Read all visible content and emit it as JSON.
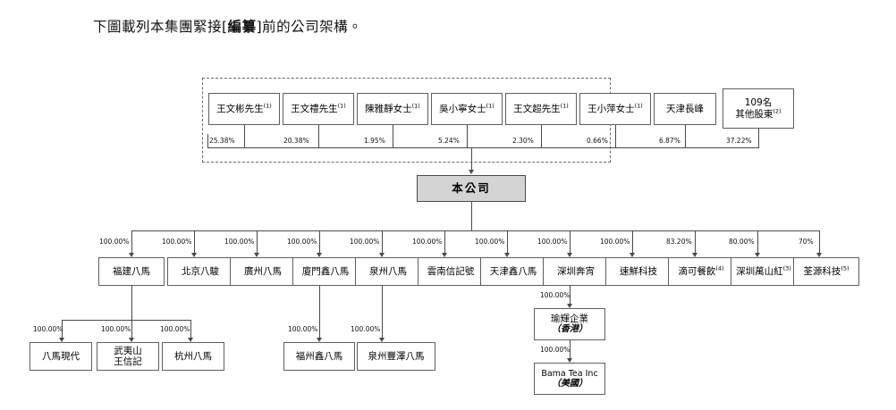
{
  "intro": {
    "before": "下圖載列本集團緊接[",
    "bold": "編纂",
    "after": "]前的公司架構。"
  },
  "company": {
    "label": "本公司"
  },
  "shareholders": [
    {
      "name": "王文彬先生",
      "sup": "(1)",
      "pct": "25.38%"
    },
    {
      "name": "王文禮先生",
      "sup": "(1)",
      "pct": "20.38%"
    },
    {
      "name": "陳雅靜女士",
      "sup": "(1)",
      "pct": "1.95%"
    },
    {
      "name": "吳小寧女士",
      "sup": "(1)",
      "pct": "5.24%"
    },
    {
      "name": "王文超先生",
      "sup": "(1)",
      "pct": "2.30%"
    },
    {
      "name": "王小萍女士",
      "sup": "(1)",
      "pct": "0.66%"
    },
    {
      "name": "天津長峰",
      "sup": "",
      "pct": "6.87%"
    },
    {
      "name": "109名",
      "name2": "其他股東",
      "sup": "(2)",
      "pct": "37.22%"
    }
  ],
  "subsidiaries": [
    {
      "name": "福建八馬",
      "sup": "",
      "pct": "100.00%"
    },
    {
      "name": "北京八駿",
      "sup": "",
      "pct": "100.00%"
    },
    {
      "name": "廣州八馬",
      "sup": "",
      "pct": "100.00%"
    },
    {
      "name": "廈門鑫八馬",
      "sup": "",
      "pct": "100.00%"
    },
    {
      "name": "泉州八馬",
      "sup": "",
      "pct": "100.00%"
    },
    {
      "name": "雲南信記號",
      "sup": "",
      "pct": "100.00%"
    },
    {
      "name": "天津鑫八馬",
      "sup": "",
      "pct": "100.00%"
    },
    {
      "name": "深圳奔宵",
      "sup": "",
      "pct": "100.00%"
    },
    {
      "name": "速鮮科技",
      "sup": "",
      "pct": "100.00%"
    },
    {
      "name": "滴可餐飲",
      "sup": "(4)",
      "pct": "83.20%"
    },
    {
      "name": "深圳萬山紅",
      "sup": "(3)",
      "pct": "80.00%"
    },
    {
      "name": "荃源科技",
      "sup": "(5)",
      "pct": "70%"
    }
  ],
  "fujian_children": [
    {
      "name": "八馬現代",
      "pct": "100.00%"
    },
    {
      "name": "武夷山",
      "name2": "王信記",
      "pct": "100.00%"
    },
    {
      "name": "杭州八馬",
      "pct": "100.00%"
    }
  ],
  "xiamen_child": {
    "name": "福州鑫八馬",
    "pct": "100.00%"
  },
  "quanzhou_child": {
    "name": "泉州豐澤八馬",
    "pct": "100.00%"
  },
  "shenzhen_chain": [
    {
      "name": "瑜輝企業",
      "region": "（香港）",
      "pct": "100.00%"
    },
    {
      "name": "Bama Tea Inc",
      "region": "（美國）",
      "pct": "100.00%"
    }
  ],
  "colors": {
    "line": "#4a4a4a",
    "company_fill": "#d4d4d4",
    "border": "#5f5f5f"
  }
}
